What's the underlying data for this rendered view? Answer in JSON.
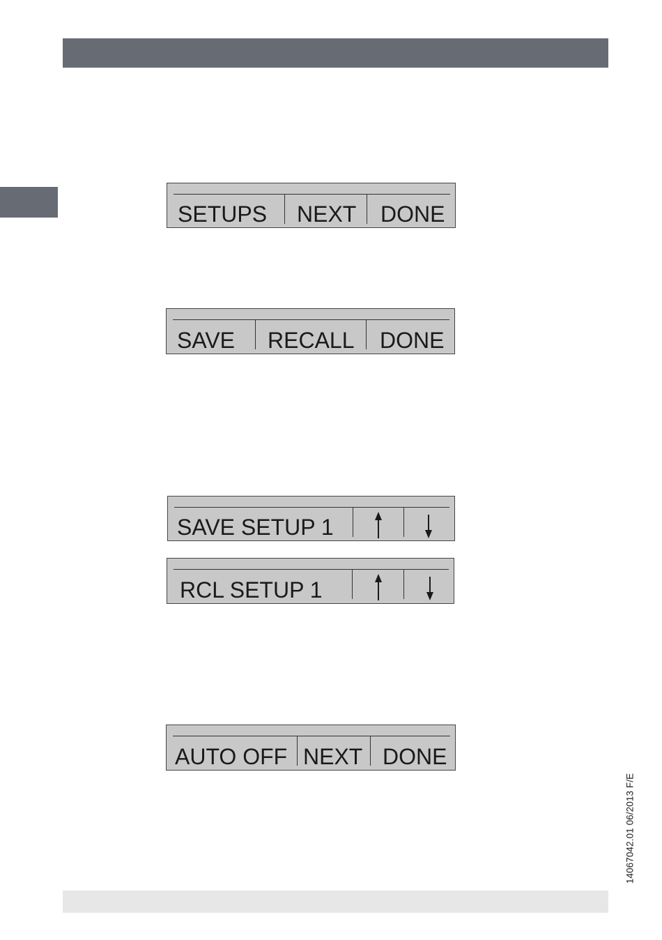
{
  "footer": {
    "doc_code": "14067042.01 06/2013 F/E"
  },
  "displays": [
    {
      "labels": [
        "SETUPS",
        "NEXT",
        "DONE"
      ]
    },
    {
      "labels": [
        "SAVE",
        "RECALL",
        "DONE"
      ]
    },
    {
      "labels": [
        "SAVE SETUP 1"
      ],
      "icons": [
        "arrow-up-icon",
        "arrow-down-icon"
      ]
    },
    {
      "labels": [
        "RCL SETUP 1"
      ],
      "icons": [
        "arrow-up-icon",
        "arrow-down-icon"
      ]
    },
    {
      "labels": [
        "AUTO OFF",
        "NEXT",
        "DONE"
      ]
    }
  ],
  "colors": {
    "header": "#676c74",
    "lcd_background": "#c8c8c8",
    "footer": "#e7e7e7"
  }
}
